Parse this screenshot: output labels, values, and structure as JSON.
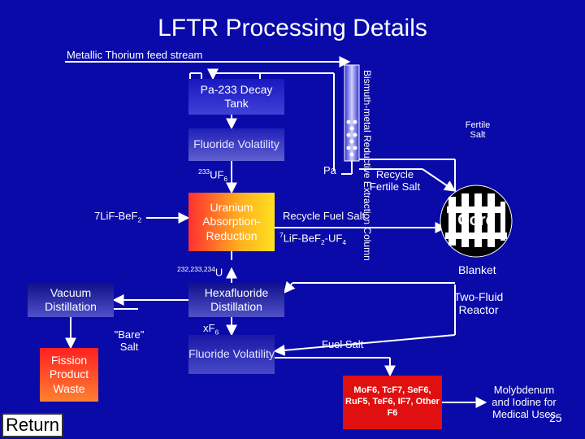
{
  "title": "LFTR Processing Details",
  "subtitle": "Metallic Thorium feed stream",
  "column_label": "Bismuth-metal Reductive Extraction Column",
  "decay_tank": "Pa-233 Decay Tank",
  "fluoride_volatility_top": "Fluoride Volatility",
  "uf6_mass": "233",
  "uf6_formula": "UF",
  "uf6_sub": "6",
  "pa_label": "Pa",
  "fertile_salt": "Fertile Salt",
  "recycle_fertile": "Recycle Fertile Salt",
  "carrier_salt_left": "7LiF-BeF",
  "carrier_salt_left_sub": "2",
  "uranium_absorption": "Uranium Absorption-Reduction",
  "recycle_fuel": "Recycle Fuel Salt",
  "fuel_salt_mass": "7",
  "fuel_salt_part1": "LiF-BeF",
  "fuel_salt_sub1": "2",
  "fuel_salt_part2": "-UF",
  "fuel_salt_sub2": "4",
  "core": "Core",
  "blanket": "Blanket",
  "reactor": "Two-Fluid Reactor",
  "u_isotopes_mass": "232,233,234",
  "u_isotopes_symbol": "U",
  "vacuum_distillation": "Vacuum Distillation",
  "hexafluoride_distillation": "Hexafluoride Distillation",
  "bare_salt": "\"Bare\" Salt",
  "xf6": "xF",
  "xf6_sub": "6",
  "fission_waste": "Fission Product Waste",
  "fluoride_volatility_bottom": "Fluoride Volatility",
  "fuel_salt": "Fuel Salt",
  "products": "MoF6, TcF7, SeF6, RuF5, TeF6, IF7, Other F6",
  "molybdenum": "Molybdenum and Iodine for Medical Uses",
  "page_number": "25",
  "return_button": "Return",
  "colors": {
    "background": "#0a0aa8",
    "uranium_box": "#ffb020",
    "waste_box": "#ff2020",
    "products_box": "#e01010",
    "core_fill": "#000000"
  }
}
